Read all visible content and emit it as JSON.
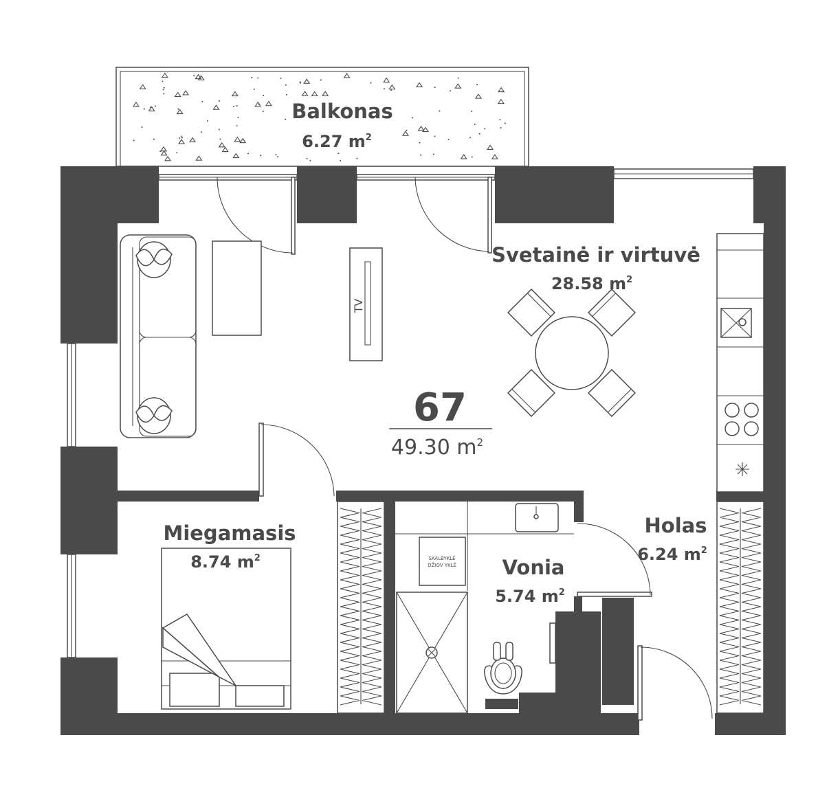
{
  "apartment": {
    "number": "67",
    "total_area": "49.30 m",
    "area_sup": "2"
  },
  "rooms": [
    {
      "id": "balkonas",
      "name": "Balkonas",
      "area": "6.27 m",
      "sup": "2"
    },
    {
      "id": "svetaine",
      "name": "Svetainė ir virtuvė",
      "area": "28.58 m",
      "sup": "2"
    },
    {
      "id": "miegamasis",
      "name": "Miegamasis",
      "area": "8.74 m",
      "sup": "2"
    },
    {
      "id": "vonia",
      "name": "Vonia",
      "area": "5.74 m",
      "sup": "2"
    },
    {
      "id": "holas",
      "name": "Holas",
      "area": "6.24 m",
      "sup": "2"
    }
  ],
  "fixtures": {
    "tv_label": "TV",
    "washer_line1": "SKALBYKLĖ",
    "washer_line2": "DŽIOV YKLĖ"
  },
  "colors": {
    "wall": "#4a4a4a",
    "background": "#ffffff"
  }
}
